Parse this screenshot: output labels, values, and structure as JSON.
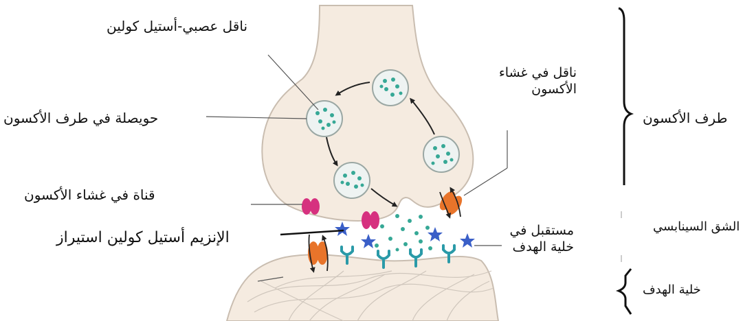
{
  "labels": {
    "neurotransmitter": "ناقل عصبي-أستيل كولين",
    "axon_terminal_vesicle": "حويصلة في طرف الأكسون",
    "axon_membrane_transporter_line1": "ناقل في غشاء",
    "axon_membrane_transporter_line2": "الأكسون",
    "axon_terminal": "طرف الأكسون",
    "axon_membrane_channel": "قناة في غشاء الأكسون",
    "synaptic_cleft": "الشق السينابسي",
    "acetylcholinesterase": "الإنزيم أستيل كولين استيراز",
    "target_receptor_line1": "مستقبل في",
    "target_receptor_line2": "خلية الهدف",
    "target_cell": "خلية الهدف"
  },
  "colors": {
    "cell_fill": "#f5ebe0",
    "cell_outline": "#c9bdb0",
    "vesicle_fill": "#eef3f2",
    "vesicle_outline": "#9aa7a3",
    "neurotransmitter_dot": "#36a896",
    "channel_pink": "#d6317f",
    "transporter_orange": "#e8742a",
    "enzyme_star": "#3a5fc8",
    "receptor_teal": "#2a9aa8"
  }
}
